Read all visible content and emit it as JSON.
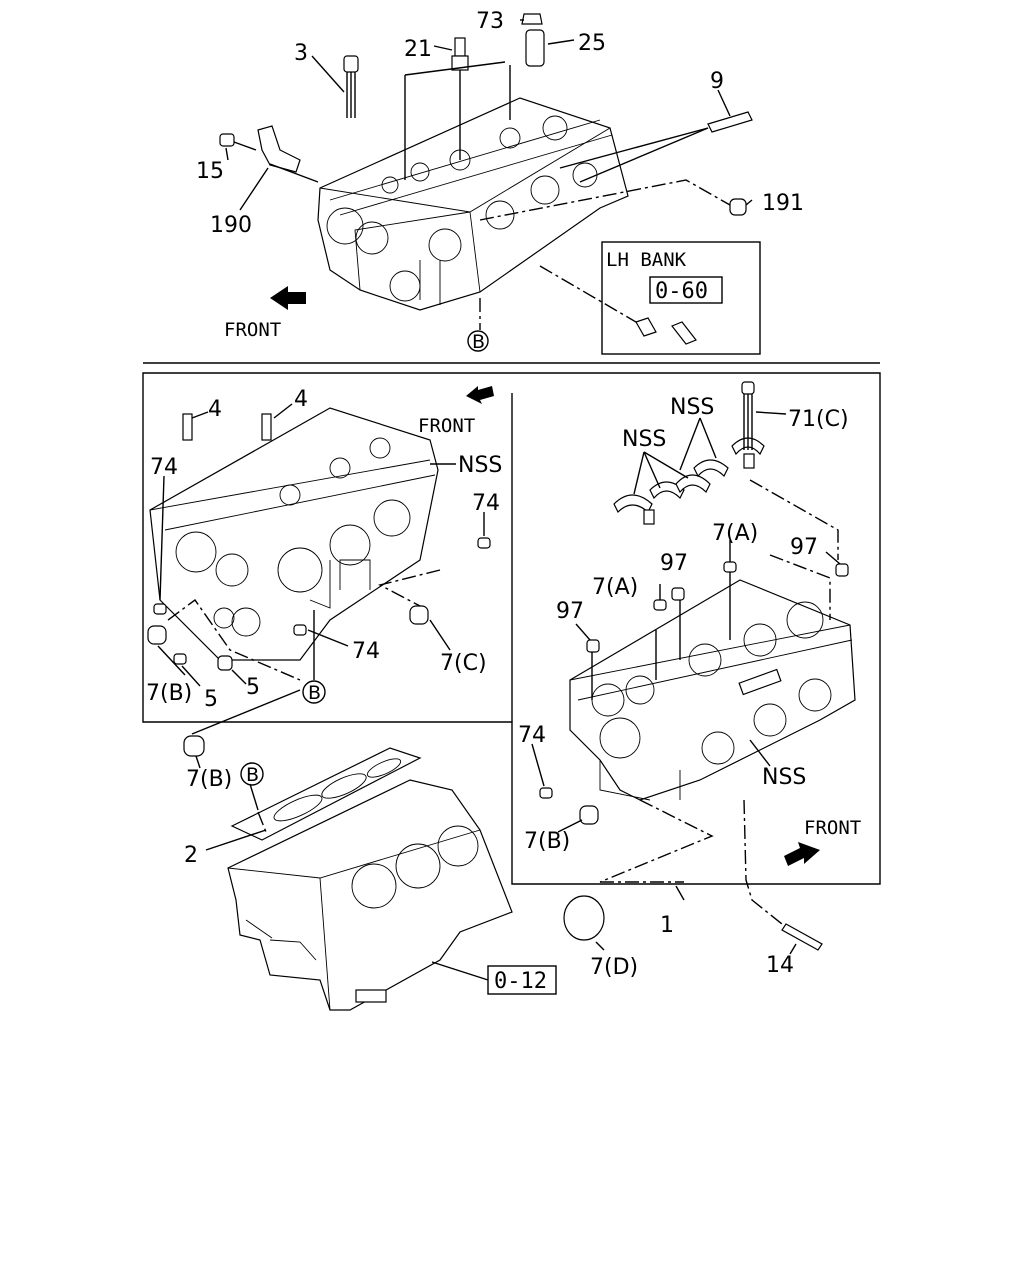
{
  "callouts": {
    "c73": "73",
    "c25": "25",
    "c21": "21",
    "c3": "3",
    "c9": "9",
    "c15": "15",
    "c190": "190",
    "c191": "191",
    "front_top": "FRONT",
    "lh_bank": "LH BANK",
    "ref_060": "0-60",
    "b_top": "B",
    "c4a": "4",
    "c4b": "4",
    "c74a": "74",
    "c74b": "74",
    "c74c": "74",
    "c74d": "74",
    "nss_left": "NSS",
    "front_left": "FRONT",
    "c7c": "7(C)",
    "c7b_left": "7(B)",
    "c5a": "5",
    "c5b": "5",
    "b_left": "B",
    "nss_r1": "NSS",
    "nss_r2": "NSS",
    "c71c": "71(C)",
    "c7a1": "7(A)",
    "c7a2": "7(A)",
    "c97a": "97",
    "c97b": "97",
    "c97c": "97",
    "nss_r3": "NSS",
    "front_right": "FRONT",
    "c7b_right": "7(B)",
    "c7b_mid": "7(B)",
    "b_gasket": "B",
    "c2": "2",
    "c1": "1",
    "c7d": "7(D)",
    "c14": "14",
    "ref_012": "0-12"
  }
}
